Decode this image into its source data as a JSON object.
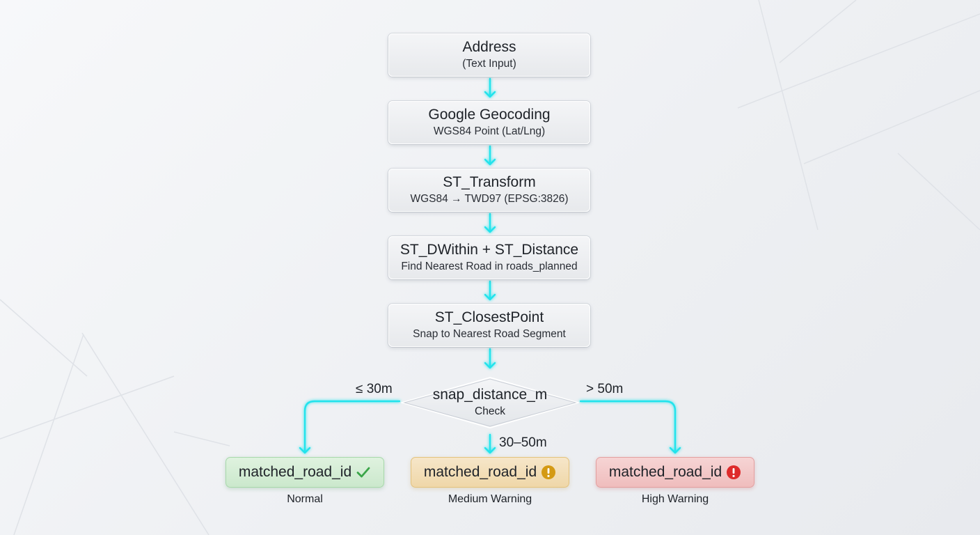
{
  "colors": {
    "connector": "#22e3ec",
    "normal_icon": "#3aa548",
    "medium_icon": "#d49a14",
    "high_icon": "#de2b2b"
  },
  "nodes": {
    "address": {
      "title": "Address",
      "subtitle": "(Text Input)"
    },
    "geocoding": {
      "title": "Google Geocoding",
      "subtitle": "WGS84 Point (Lat/Lng)"
    },
    "transform": {
      "title": "ST_Transform",
      "subtitle": "WGS84 → TWD97 (EPSG:3826)"
    },
    "dwithin": {
      "title": "ST_DWithin + ST_Distance",
      "subtitle": "Find Nearest Road in roads_planned"
    },
    "closest_point": {
      "title": "ST_ClosestPoint",
      "subtitle": "Snap to Nearest Road Segment"
    }
  },
  "decision": {
    "title": "snap_distance_m",
    "subtitle": "Check"
  },
  "branches": {
    "left_label": "≤ 30m",
    "middle_label": "30–50m",
    "right_label": "> 50m"
  },
  "results": {
    "normal": {
      "label": "matched_road_id",
      "icon": "check-icon",
      "caption": "Normal"
    },
    "medium": {
      "label": "matched_road_id",
      "icon": "warning-icon",
      "caption": "Medium Warning"
    },
    "high": {
      "label": "matched_road_id",
      "icon": "error-icon",
      "caption": "High Warning"
    }
  }
}
